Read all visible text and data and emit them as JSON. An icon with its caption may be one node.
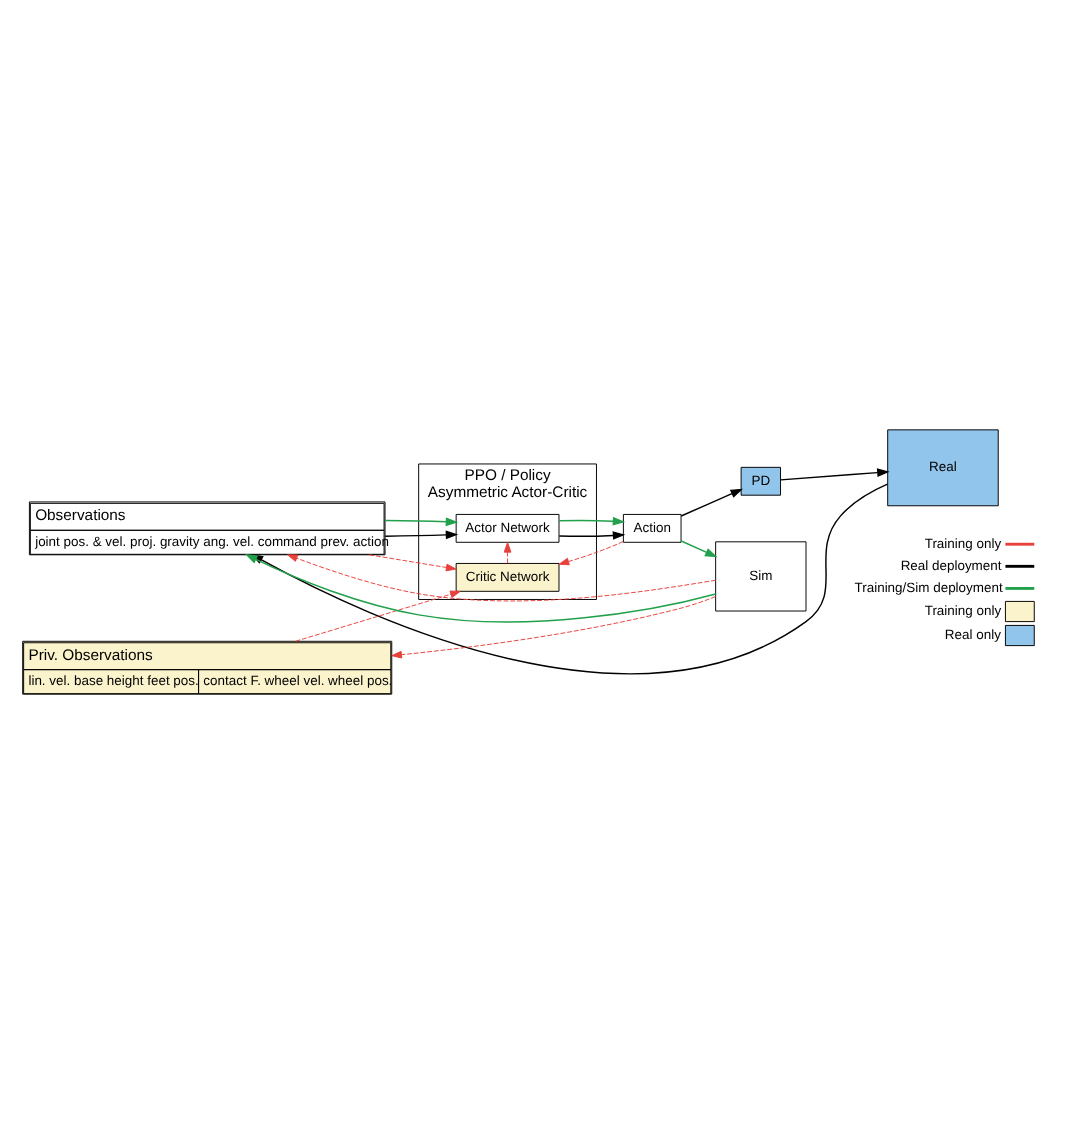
{
  "diagram": {
    "nodes": [
      {
        "text": [
          "Observations",
          "joint pos. & vel. proj. gravity ang. vel. command prev. action"
        ]
      },
      {
        "text": [
          "PPO / Policy",
          "Asymmetric Actor-Critic"
        ]
      },
      {
        "text": [
          "Actor Network"
        ],
        "in": 1
      },
      {
        "text": [
          "Critic Network"
        ],
        "in": 1
      },
      {
        "text": [
          "Real"
        ]
      },
      {
        "text": [
          "PD"
        ]
      },
      {
        "text": [
          "Action"
        ]
      },
      {
        "text": [
          "Priv. Observations",
          "lin. vel. base height feet pos.",
          "contact F. wheel vel. wheel pos."
        ]
      },
      {
        "text": [
          "Sim"
        ]
      }
    ],
    "edges": [
      {
        "from": 4,
        "to": 0,
        "arrow": "to",
        "color": "#000000"
      },
      {
        "from": 0,
        "to": 2,
        "arrow": "to",
        "color": "#000000"
      },
      {
        "from": 0,
        "to": 2,
        "arrow": "to",
        "color": "#22a04b"
      },
      {
        "from": 0,
        "to": 3,
        "arrow": "to",
        "style": "dashed",
        "color": "#e8403a"
      },
      {
        "from": 3,
        "to": 2,
        "arrow": "to",
        "style": "dashed",
        "color": "#e8403a"
      },
      {
        "from": 2,
        "to": 6,
        "arrow": "to",
        "color": "#000000"
      },
      {
        "from": 2,
        "to": 6,
        "arrow": "to",
        "color": "#22a04b"
      },
      {
        "from": 6,
        "to": 3,
        "arrow": "to",
        "style": "dashed",
        "color": "#e8403a"
      },
      {
        "from": 6,
        "to": 5,
        "arrow": "to",
        "color": "#000000"
      },
      {
        "from": 5,
        "to": 4,
        "arrow": "to",
        "color": "#000000"
      },
      {
        "from": 6,
        "to": 8,
        "arrow": "to",
        "color": "#22a04b"
      },
      {
        "from": 8,
        "to": 7,
        "arrow": "to",
        "style": "dashed",
        "color": "#e8403a"
      },
      {
        "from": 7,
        "to": 3,
        "arrow": "to",
        "style": "dashed",
        "color": "#e8403a"
      },
      {
        "from": 8,
        "to": 0,
        "arrow": "to",
        "color": "#22a04b"
      },
      {
        "from": 8,
        "to": 0,
        "arrow": "to",
        "style": "dashed",
        "color": "#e8403a"
      }
    ],
    "legend": [
      {
        "text": "Training only"
      },
      {
        "text": "Real deployment"
      },
      {
        "text": "Training/Sim deployment"
      },
      {
        "text": "Training only",
        "color": "#fbf3cc"
      },
      {
        "text": "Real only",
        "color": "#92c5ec"
      }
    ]
  }
}
